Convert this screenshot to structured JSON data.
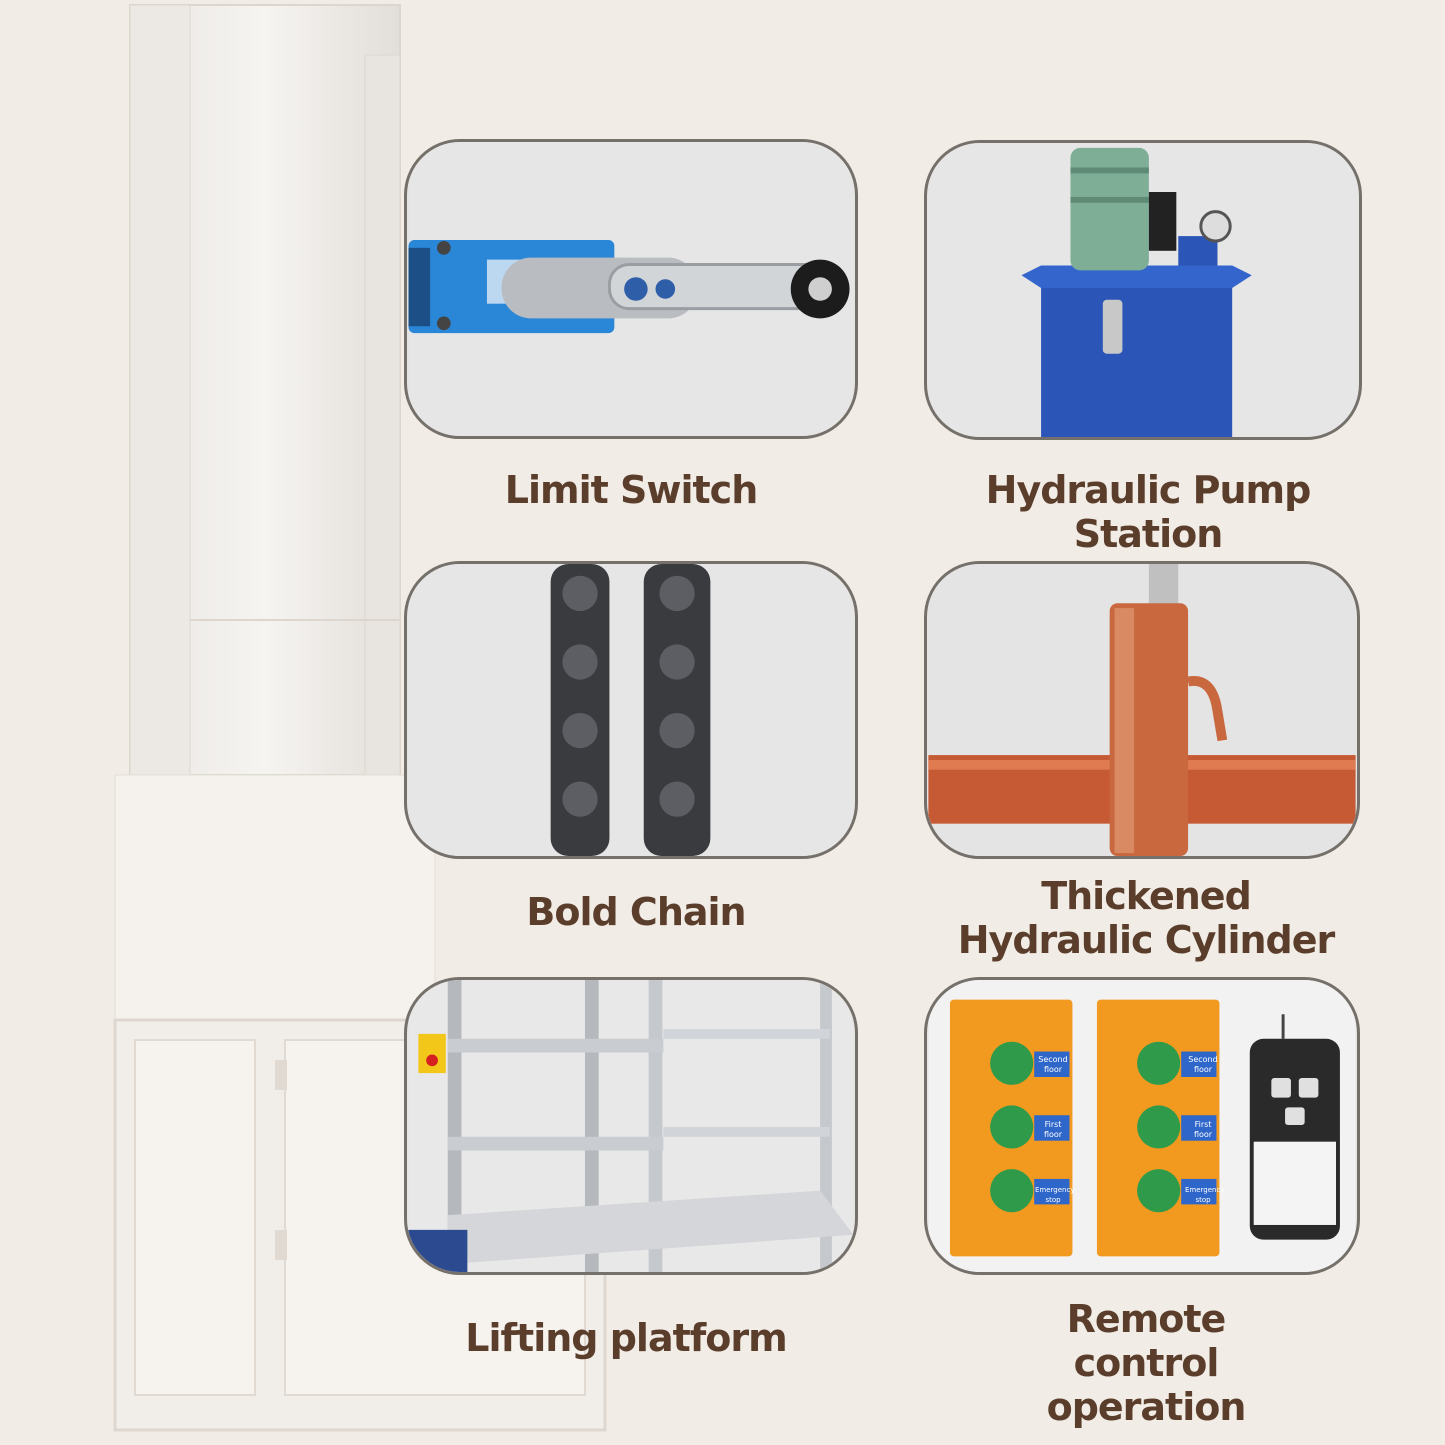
{
  "features": [
    {
      "id": "limit-switch",
      "label": "Limit Switch"
    },
    {
      "id": "hydraulic-pump-station",
      "label": "Hydraulic Pump Station"
    },
    {
      "id": "bold-chain",
      "label": "Bold Chain"
    },
    {
      "id": "thickened-hydraulic-cylinder",
      "label": "Thickened Hydraulic Cylinder"
    },
    {
      "id": "lifting-platform",
      "label": "Lifting platform"
    },
    {
      "id": "remote-control-operation",
      "label": "Remote control operation"
    }
  ],
  "control_box": {
    "buttons": [
      "Second floor",
      "First floor",
      "Emergency stop"
    ]
  },
  "colors": {
    "background": "#f2ece6",
    "label": "#5a3e2b",
    "card_border": "#76706a",
    "switch_blue": "#2a86d6",
    "pump_blue": "#2b56b8",
    "motor_green": "#7fae96",
    "cylinder_orange": "#c9683e",
    "box_orange": "#f29a1f",
    "button_green": "#2f9a4a"
  }
}
